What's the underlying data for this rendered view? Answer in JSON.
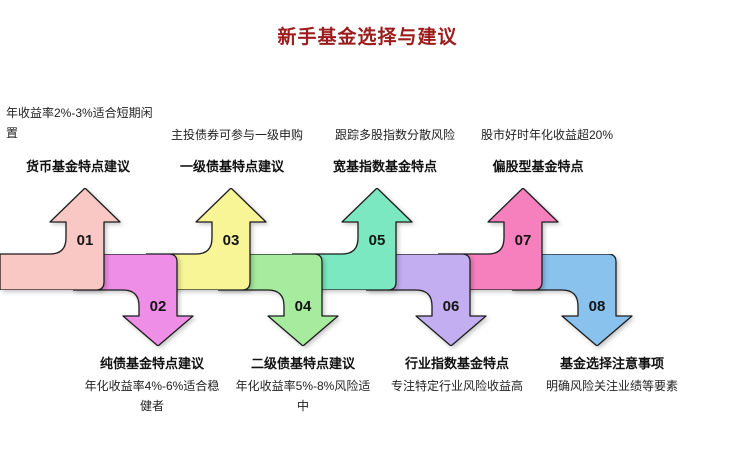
{
  "title": {
    "text": "新手基金选择与建议",
    "color": "#9c1b1b"
  },
  "outline_color": "#1c1c1c",
  "steps": [
    {
      "num": "01",
      "direction": "up",
      "color": "#f9c7c4",
      "label": "货币基金特点建议",
      "desc": "年收益率2%-3%适合短期闲置"
    },
    {
      "num": "02",
      "direction": "down",
      "color": "#ee8ee6",
      "label": "纯债基金特点建议",
      "desc": "年化收益率4%-6%适合稳健者"
    },
    {
      "num": "03",
      "direction": "up",
      "color": "#f7f596",
      "label": "一级债基特点建议",
      "desc": "主投债券可参与一级申购"
    },
    {
      "num": "04",
      "direction": "down",
      "color": "#a6eb9e",
      "label": "二级债基特点建议",
      "desc": "年化收益率5%-8%风险适中"
    },
    {
      "num": "05",
      "direction": "up",
      "color": "#7ce8c2",
      "label": "宽基指数基金特点",
      "desc": "跟踪多股指数分散风险"
    },
    {
      "num": "06",
      "direction": "down",
      "color": "#c3aef2",
      "label": "行业指数基金特点",
      "desc": "专注特定行业风险收益高"
    },
    {
      "num": "07",
      "direction": "up",
      "color": "#f680bd",
      "label": "偏股型基金特点",
      "desc": "股市好时年化收益超20%"
    },
    {
      "num": "08",
      "direction": "down",
      "color": "#8ac2ee",
      "label": "基金选择注意事项",
      "desc": "明确风险关注业绩等要素"
    }
  ]
}
